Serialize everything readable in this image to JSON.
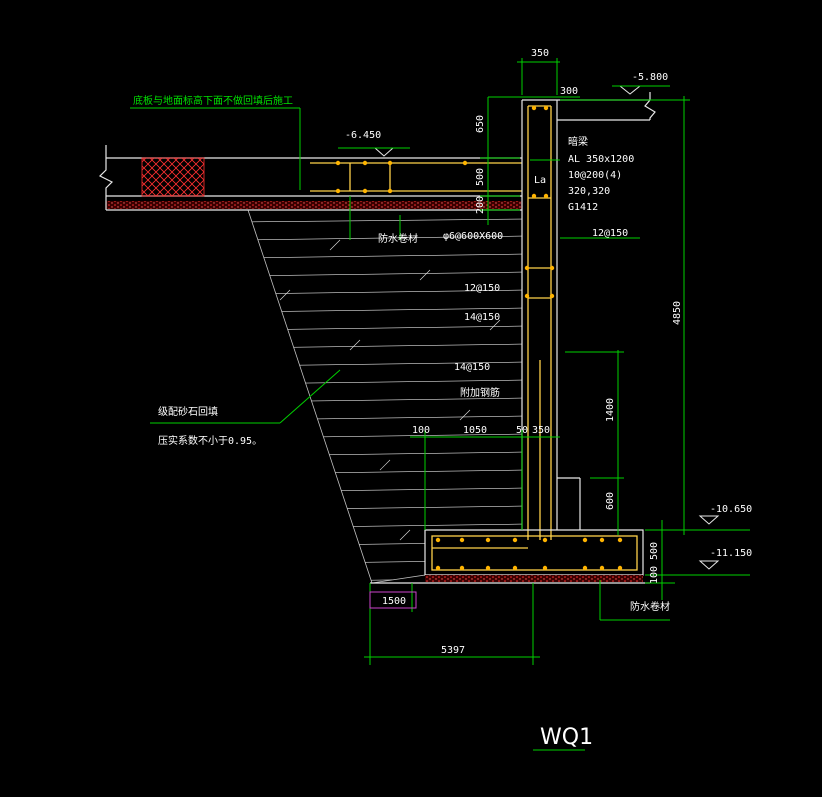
{
  "drawing": {
    "title": "WQ1",
    "colors": {
      "background": "#000000",
      "dimension": "#00d000",
      "outline": "#e8e8e8",
      "rebar": "#ffd24a",
      "concrete_fill": "#ff3030"
    }
  },
  "labels": {
    "note_top": "底板与地面标高下面不做回填后施工",
    "elev_top_slab": "-6.450",
    "elev_wall_top": "-5.800",
    "elev_base_top": "-10.650",
    "elev_base_bottom": "-11.150",
    "beam_title": "暗梁",
    "beam_spec_1": "AL 350x1200",
    "beam_spec_2": "10@200(4)",
    "beam_spec_3": "320,320",
    "beam_spec_4": "G1412",
    "la": "La",
    "waterproof_1": "防水卷材",
    "waterproof_2": "防水卷材",
    "mesh": "φ6@600X600",
    "rebar_12_a": "12@150",
    "rebar_12_b": "12@150",
    "rebar_14_a": "14@150",
    "rebar_14_b": "14@150",
    "extra_rebar": "附加钢筋",
    "backfill_1": "级配砂石回填",
    "backfill_2": "压实系数不小于0.95。"
  },
  "dimensions": {
    "d350_top": "350",
    "d300": "300",
    "d650": "650",
    "d500_left": "500",
    "d200": "200",
    "d4850": "4850",
    "d1400": "1400",
    "d600": "600",
    "d100": "100",
    "d1050": "1050",
    "d50": "50",
    "d350_mid": "350",
    "d500_right": "500",
    "d100_right": "100",
    "d1500": "1500",
    "d5397": "5397"
  }
}
